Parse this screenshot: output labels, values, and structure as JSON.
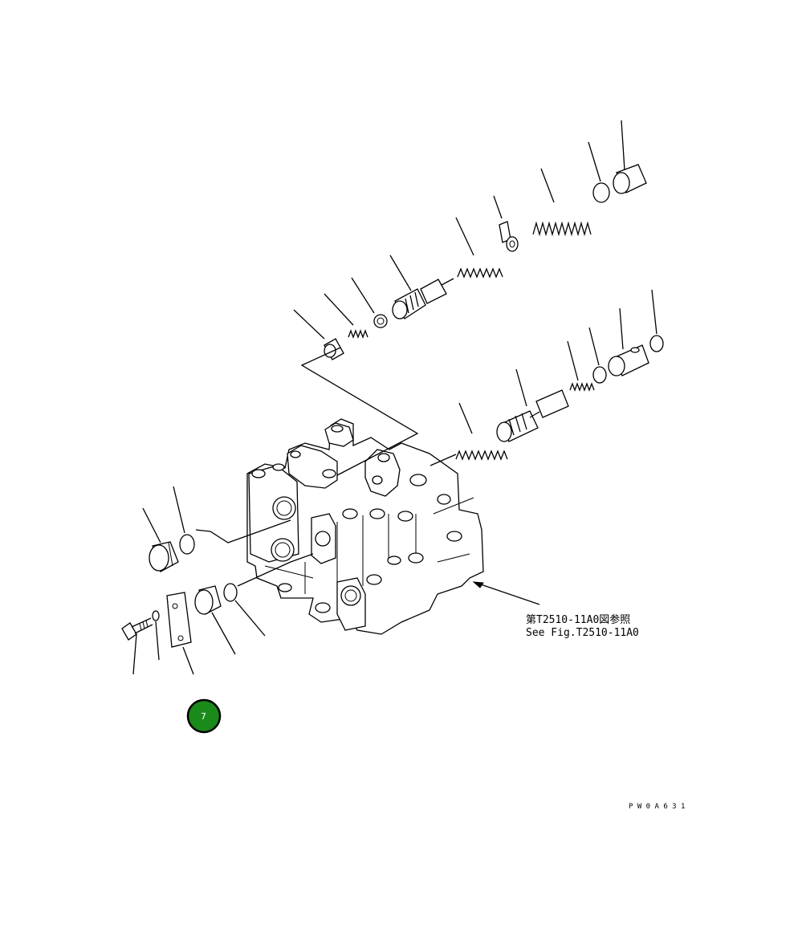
{
  "reference_note": {
    "line1": "第T2510-11A0図参照",
    "line2": "See Fig.T2510-11A0"
  },
  "drawing_code": "P W 0 A 6 3 1",
  "callout": {
    "label": "7",
    "color": "#1a8a1a"
  }
}
